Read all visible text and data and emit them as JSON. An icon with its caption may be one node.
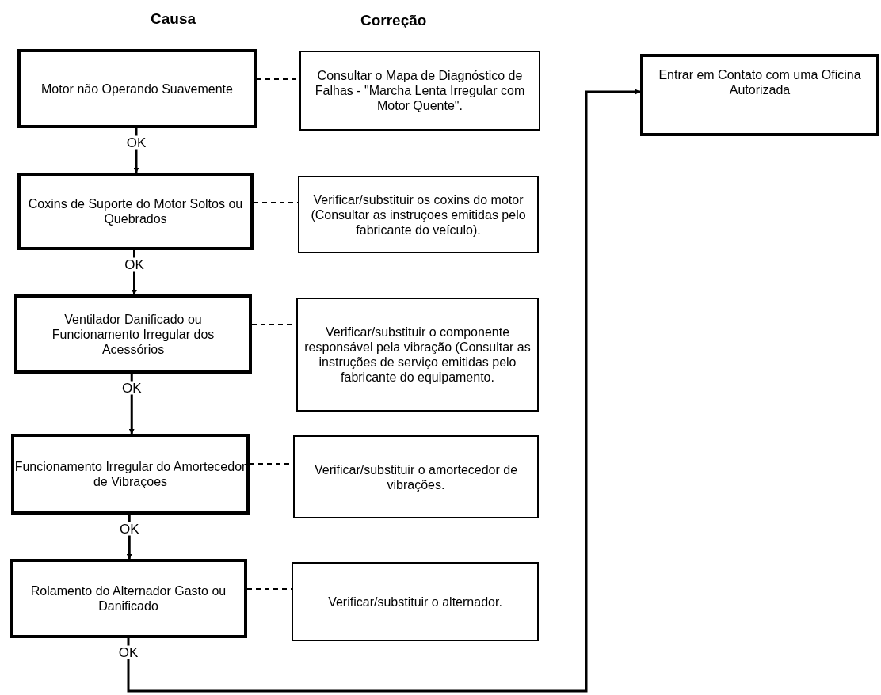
{
  "diagram": {
    "nodes": [
      {
        "text": [
          "Motor não Operando Suavemente"
        ]
      },
      {
        "text": [
          "Consultar o Mapa de Diagnóstico de Falhas - \"Marcha Lenta Irregular com Motor Quente\"."
        ]
      },
      {
        "text": [
          "Entrar em Contato com uma Oficina Autorizada"
        ]
      },
      {
        "text": [
          "Coxins de Suporte do Motor Soltos ou Quebrados"
        ]
      },
      {
        "text": [
          "Verificar/substituir os coxins do motor (Consultar as instruçoes emitidas pelo fabricante do veículo)."
        ]
      },
      {
        "text": [
          "Ventilador Danificado ou Funcionamento Irregular dos Acessórios"
        ]
      },
      {
        "text": [
          "Verificar/substituir o componente responsável pela vibração (Consultar as instruções de serviço emitidas pelo fabricante do equipamento."
        ]
      },
      {
        "text": [
          "Funcionamento Irregular do Amortecedor de Vibraçoes"
        ]
      },
      {
        "text": [
          "Verificar/substituir o amortecedor de vibrações."
        ]
      },
      {
        "text": [
          "Rolamento do Alternador Gasto ou Danificado"
        ]
      },
      {
        "text": [
          "Verificar/substituir o alternador."
        ]
      }
    ],
    "edges": [
      {
        "from": 0,
        "to": 1,
        "arrow": "none",
        "style": "dashed"
      },
      {
        "from": 0,
        "to": 3,
        "arrow": "to",
        "label": "OK"
      },
      {
        "from": 3,
        "to": 4,
        "arrow": "none",
        "style": "dashed"
      },
      {
        "from": 3,
        "to": 5,
        "arrow": "to",
        "label": "OK"
      },
      {
        "from": 5,
        "to": 6,
        "arrow": "none",
        "style": "dashed"
      },
      {
        "from": 5,
        "to": 7,
        "arrow": "to",
        "label": "OK"
      },
      {
        "from": 7,
        "to": 8,
        "arrow": "none",
        "style": "dashed"
      },
      {
        "from": 7,
        "to": 9,
        "arrow": "to",
        "label": "OK"
      },
      {
        "from": 9,
        "to": 10,
        "arrow": "none",
        "style": "dashed"
      },
      {
        "from": 9,
        "to": 2,
        "arrow": "to",
        "label": "OK"
      }
    ],
    "labels": [
      "Causa",
      "Correção"
    ]
  }
}
